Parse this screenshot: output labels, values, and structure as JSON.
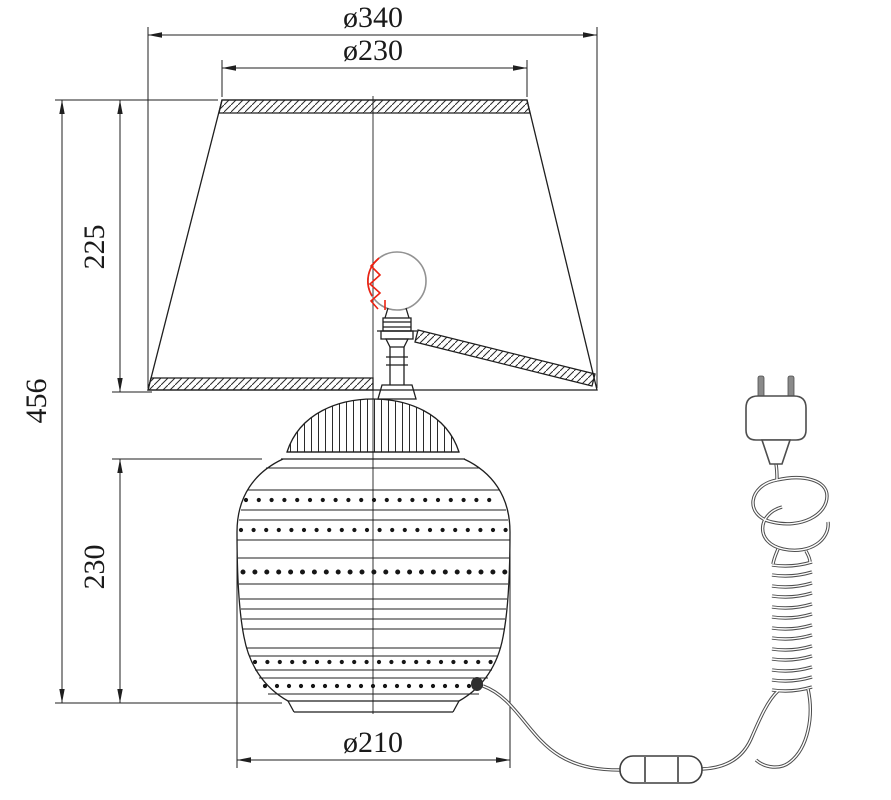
{
  "page": {
    "background": "#ffffff"
  },
  "dimensions": {
    "shade_outer_diameter": "ø340",
    "shade_top_diameter": "ø230",
    "shade_height": "225",
    "total_height": "456",
    "body_height": "230",
    "base_diameter": "ø210"
  },
  "colors": {
    "line": "#1f1f1f",
    "dimension": "#1f1f1f",
    "filament": "#ee2211",
    "cord": "#4d4d4d",
    "bulb_outline": "#929292"
  }
}
